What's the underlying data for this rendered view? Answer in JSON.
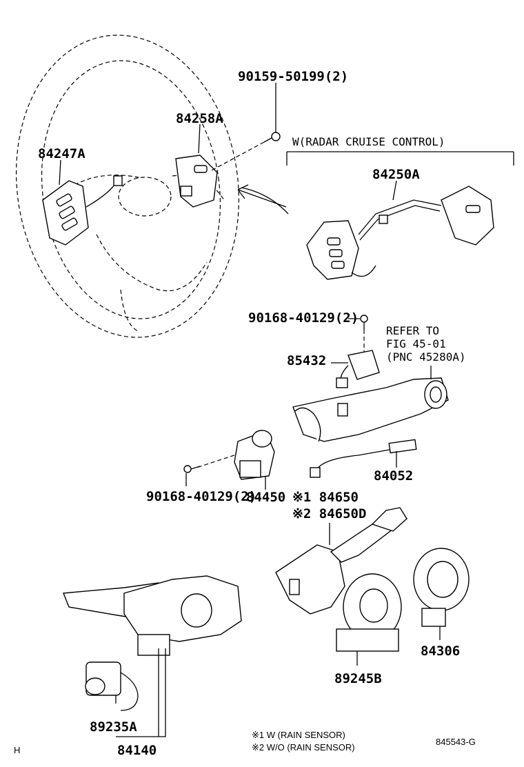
{
  "labels": {
    "p90159": "90159-50199(2)",
    "p84258A": "84258A",
    "p84247A": "84247A",
    "radar": "W(RADAR CRUISE CONTROL)",
    "p84250A": "84250A",
    "p90168a": "90168-40129(2)",
    "refer1": "REFER TO",
    "refer2": "FIG 45-01",
    "refer3": "(PNC 45280A)",
    "p85432": "85432",
    "p84052": "84052",
    "p90168b": "90168-40129(2)",
    "p84450": "84450",
    "p84650": "※1 84650",
    "p84650D": "※2 84650D",
    "p84306": "84306",
    "p89245B": "89245B",
    "p89235A": "89235A",
    "p84140": "84140",
    "note1": "※1 W (RAIN SENSOR)",
    "note2": "※2 W/O (RAIN SENSOR)",
    "code": "845543-G",
    "corner": "H"
  }
}
